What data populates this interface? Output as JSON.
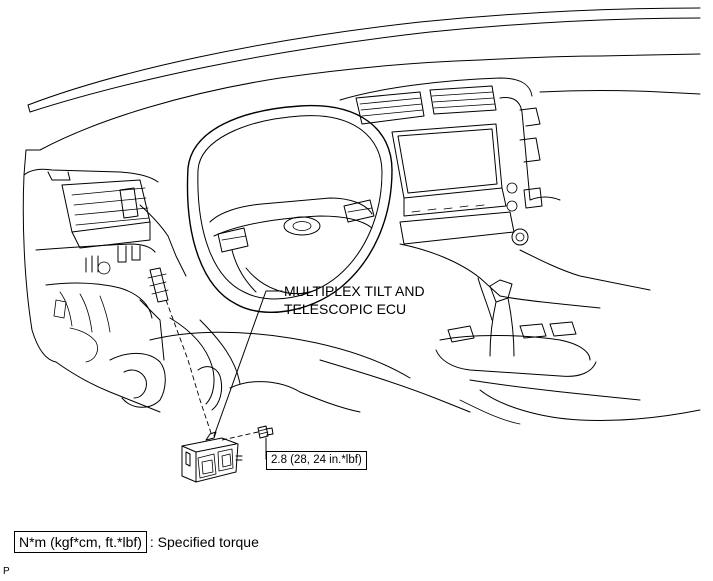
{
  "callout": {
    "line1": "MULTIPLEX TILT AND",
    "line2": "TELESCOPIC ECU"
  },
  "torque": {
    "value": "2.8 (28, 24 in.*lbf)"
  },
  "legend": {
    "unit": "N*m (kgf*cm, ft.*lbf)",
    "description": ": Specified torque"
  },
  "ref_code": "P"
}
